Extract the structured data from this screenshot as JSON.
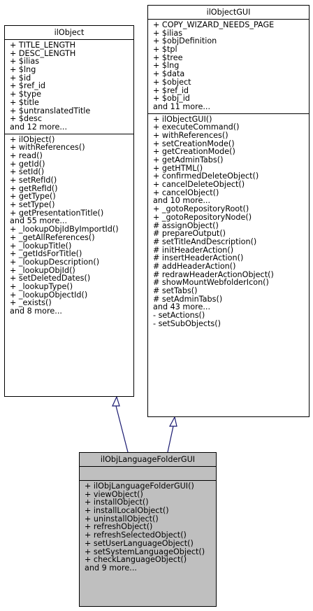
{
  "classes": {
    "ilObject": {
      "name": "ilObject",
      "attributes": [
        "+ TITLE_LENGTH",
        "+ DESC_LENGTH",
        "+ $ilias",
        "+ $lng",
        "+ $id",
        "+ $ref_id",
        "+ $type",
        "+ $title",
        "+ $untranslatedTitle",
        "+ $desc",
        "and 12 more..."
      ],
      "methods": [
        "+ ilObject()",
        "+ withReferences()",
        "+ read()",
        "+ getId()",
        "+ setId()",
        "+ setRefId()",
        "+ getRefId()",
        "+ getType()",
        "+ setType()",
        "+ getPresentationTitle()",
        "and 55 more...",
        "+ _lookupObjIdByImportId()",
        "+ _getAllReferences()",
        "+ _lookupTitle()",
        "+ _getIdsForTitle()",
        "+ _lookupDescription()",
        "+ _lookupObjId()",
        "+ setDeletedDates()",
        "+ _lookupType()",
        "+ _lookupObjectId()",
        "+ _exists()",
        "and 8 more..."
      ]
    },
    "ilObjectGUI": {
      "name": "ilObjectGUI",
      "attributes": [
        "+ COPY_WIZARD_NEEDS_PAGE",
        "+ $ilias",
        "+ $objDefinition",
        "+ $tpl",
        "+ $tree",
        "+ $lng",
        "+ $data",
        "+ $object",
        "+ $ref_id",
        "+ $obj_id",
        "and 11 more..."
      ],
      "methods": [
        "+ ilObjectGUI()",
        "+ executeCommand()",
        "+ withReferences()",
        "+ setCreationMode()",
        "+ getCreationMode()",
        "+ getAdminTabs()",
        "+ getHTML()",
        "+ confirmedDeleteObject()",
        "+ cancelDeleteObject()",
        "+ cancelObject()",
        "and 10 more...",
        "+ _gotoRepositoryRoot()",
        "+ _gotoRepositoryNode()",
        "# assignObject()",
        "# prepareOutput()",
        "# setTitleAndDescription()",
        "# initHeaderAction()",
        "# insertHeaderAction()",
        "# addHeaderAction()",
        "# redrawHeaderActionObject()",
        "# showMountWebfolderIcon()",
        "# setTabs()",
        "# setAdminTabs()",
        "and 43 more...",
        "- setActions()",
        "- setSubObjects()"
      ]
    },
    "ilObjLanguageFolderGUI": {
      "name": "ilObjLanguageFolderGUI",
      "attributes": [],
      "methods": [
        "+ ilObjLanguageFolderGUI()",
        "+ viewObject()",
        "+ installObject()",
        "+ installLocalObject()",
        "+ uninstallObject()",
        "+ refreshObject()",
        "+ refreshSelectedObject()",
        "+ setUserLanguageObject()",
        "+ setSystemLanguageObject()",
        "+ checkLanguageObject()",
        "and 9 more..."
      ]
    }
  },
  "colors": {
    "edge": "#191970",
    "highlight_fill": "#bfbfbf"
  }
}
